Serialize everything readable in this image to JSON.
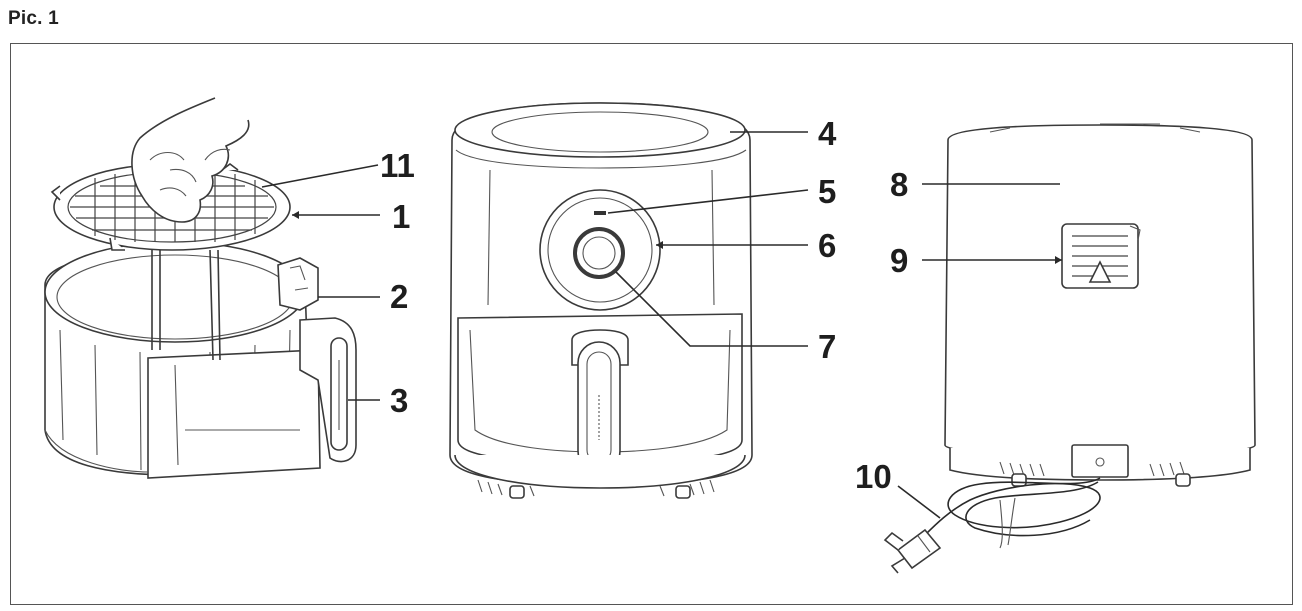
{
  "caption": "Pic. 1",
  "callouts": {
    "n1": "1",
    "n2": "2",
    "n3": "3",
    "n4": "4",
    "n5": "5",
    "n6": "6",
    "n7": "7",
    "n8": "8",
    "n9": "9",
    "n10": "10",
    "n11": "11"
  }
}
